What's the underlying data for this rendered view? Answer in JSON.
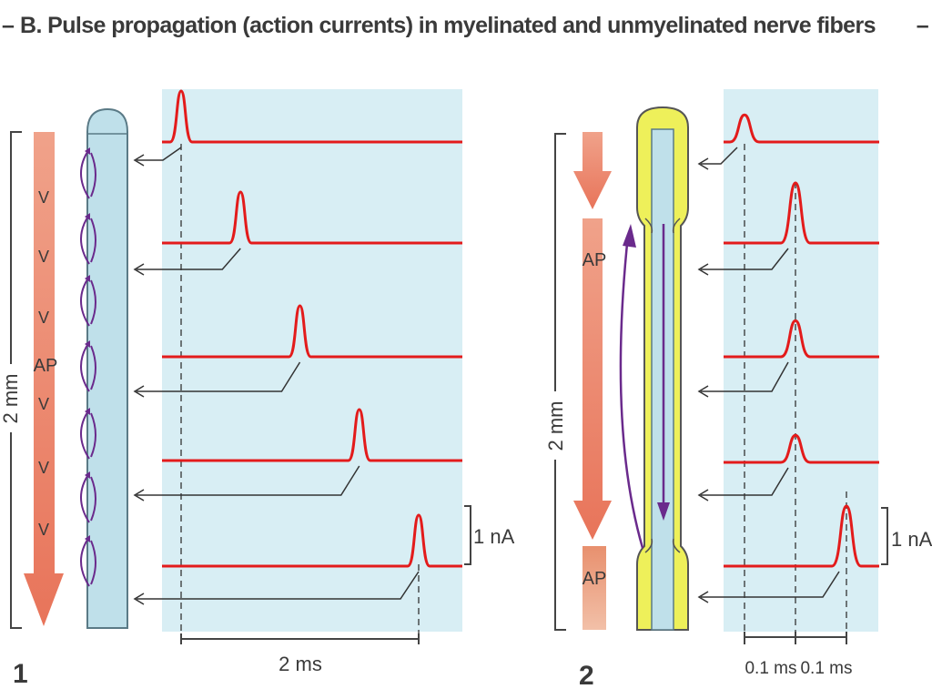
{
  "title": {
    "prefix": "–",
    "text": "B. Pulse propagation (action currents) in myelinated and unmyelinated nerve fibers",
    "suffix": "–"
  },
  "panel1": {
    "number": "1",
    "scale_length": "2 mm",
    "ap_label": "AP",
    "chevron": "V",
    "current_scale": "1 nA",
    "time_scale": "2 ms",
    "traces": [
      {
        "peak_time_ms": 0.0
      },
      {
        "peak_time_ms": 0.5
      },
      {
        "peak_time_ms": 1.0
      },
      {
        "peak_time_ms": 1.5
      },
      {
        "peak_time_ms": 2.0
      }
    ]
  },
  "panel2": {
    "number": "2",
    "scale_length": "2 mm",
    "ap_label_top": "AP",
    "ap_label_bottom": "AP",
    "current_scale": "1 nA",
    "time_scale_1": "0.1 ms",
    "time_scale_2": "0.1 ms",
    "traces": [
      {
        "peak_time_ms": 0.0,
        "relative_amplitude": 0.45
      },
      {
        "peak_time_ms": 0.1,
        "relative_amplitude": 1.0
      },
      {
        "peak_time_ms": 0.1,
        "relative_amplitude": 0.6
      },
      {
        "peak_time_ms": 0.1,
        "relative_amplitude": 0.45
      },
      {
        "peak_time_ms": 0.2,
        "relative_amplitude": 1.0
      }
    ]
  },
  "colors": {
    "trace": "#e31b1b",
    "axon": "#bfe0ea",
    "myelin": "#eef05a",
    "background_panel": "#d8eef4",
    "ap_arrow": "#e8947a",
    "current_loop": "#6a2a8c"
  }
}
